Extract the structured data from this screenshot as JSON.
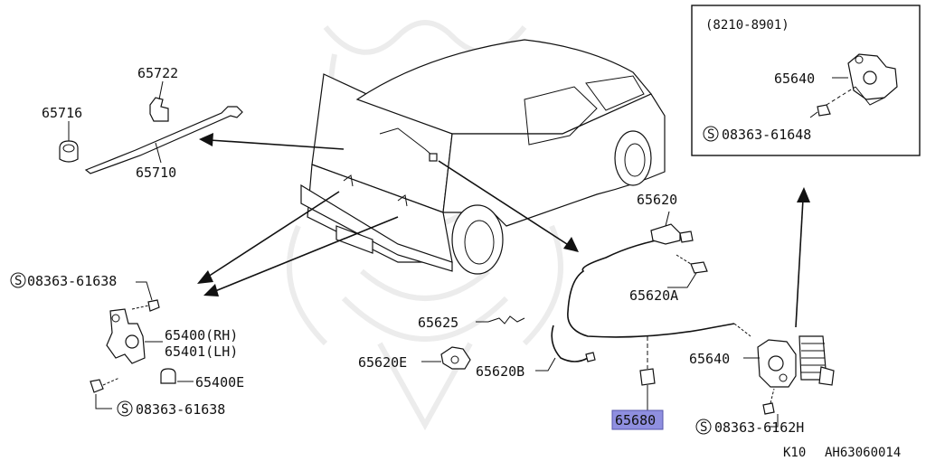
{
  "inset": {
    "date_range": "(8210-8901)",
    "part": "65640",
    "bolt": "08363-61648"
  },
  "parts": {
    "p65722": "65722",
    "p65716": "65716",
    "p65710": "65710",
    "p65620": "65620",
    "p65620A": "65620A",
    "p65625": "65625",
    "p65620E": "65620E",
    "p65620B": "65620B",
    "p65640": "65640",
    "p65680": "65680",
    "p65400": "65400(RH)",
    "p65401": "65401(LH)",
    "p65400E": "65400E",
    "bolt_left_top": "08363-61638",
    "bolt_left_bottom": "08363-61638",
    "bolt_right": "08363-6162H"
  },
  "screw_symbol": "S",
  "footer": {
    "model": "K10",
    "ref": "AH63060014"
  },
  "highlight_color": "#8f8fe0"
}
